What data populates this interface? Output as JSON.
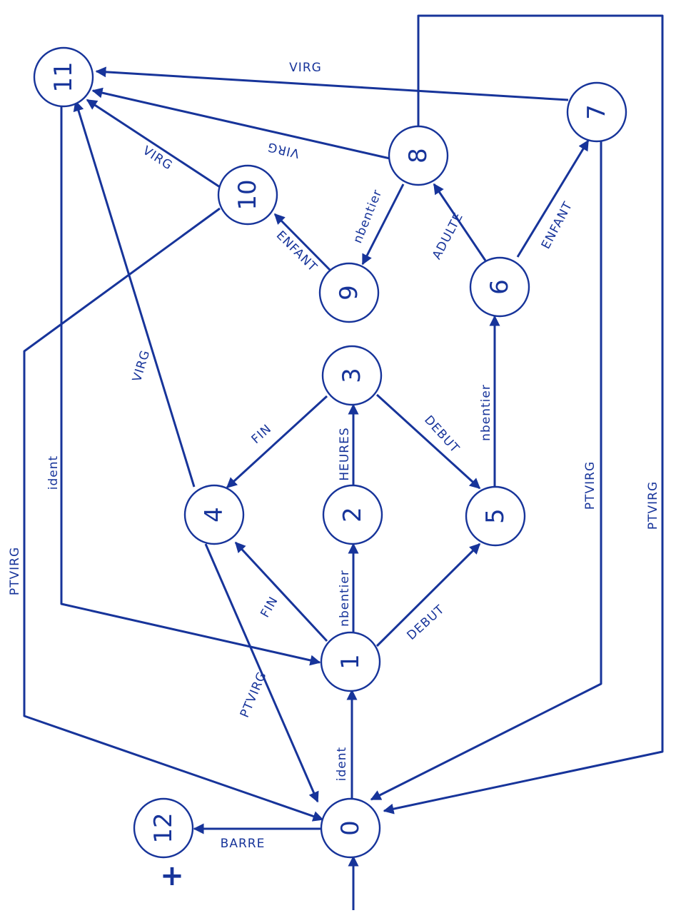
{
  "colors": {
    "ink": "#17349a",
    "background": "#ffffff"
  },
  "nodes": {
    "n0": "0",
    "n1": "1",
    "n2": "2",
    "n3": "3",
    "n4": "4",
    "n5": "5",
    "n6": "6",
    "n7": "7",
    "n8": "8",
    "n9": "9",
    "n10": "10",
    "n11": "11",
    "n12": "12"
  },
  "edges": {
    "e_start_0": "",
    "e_0_1": "ident",
    "e_0_12": "BARRE",
    "e_1_2": "nbentier",
    "e_1_4": "FIN",
    "e_1_5": "DEBUT",
    "e_2_3": "HEURES",
    "e_3_4": "FIN",
    "e_3_5": "DEBUT",
    "e_4_11": "VIRG",
    "e_4_0": "PTVIRG",
    "e_5_6": "nbentier",
    "e_6_7": "ENFANT",
    "e_6_8": "ADULTE",
    "e_8_9": "nbentier",
    "e_9_10": "ENFANT",
    "e_10_11": "VIRG",
    "e_8_11": "VIRG",
    "e_7_11": "VIRG",
    "e_11_1": "ident",
    "e_10_0": "PTVIRG",
    "e_7_0": "PTVIRG",
    "e_8_0": "PTVIRG"
  },
  "extra_mark": "+"
}
